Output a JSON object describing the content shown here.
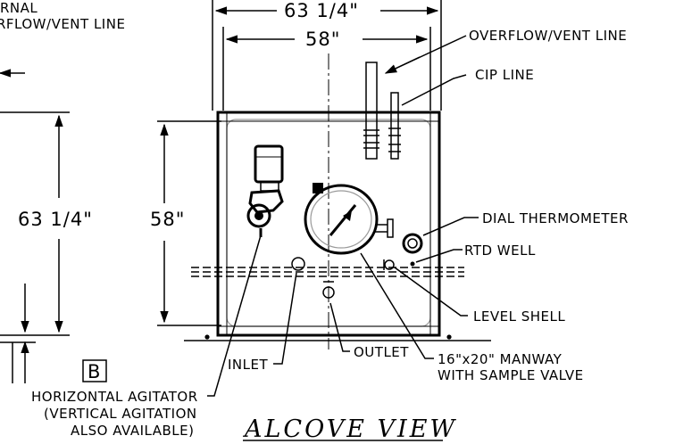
{
  "labels": {
    "top_left_partial_1": "RNAL",
    "top_left_partial_2": "RFLOW/VENT LINE",
    "overflow_vent_line": "OVERFLOW/VENT LINE",
    "cip_line": "CIP LINE",
    "dial_thermometer": "DIAL THERMOMETER",
    "rtd_well": "RTD WELL",
    "level_shell": "LEVEL SHELL",
    "manway_line1": "16\"x20\" MANWAY",
    "manway_line2": "WITH SAMPLE VALVE",
    "outlet": "OUTLET",
    "inlet": "INLET",
    "agitator_line1": "HORIZONTAL AGITATOR",
    "agitator_line2": "(VERTICAL AGITATION",
    "agitator_line3": "ALSO AVAILABLE)",
    "detail_marker": "B"
  },
  "dimensions": {
    "overall_width": "63 1/4\"",
    "inner_width": "58\"",
    "overall_height": "63 1/4\"",
    "inner_height": "58\""
  },
  "view_title": "ALCOVE VIEW"
}
